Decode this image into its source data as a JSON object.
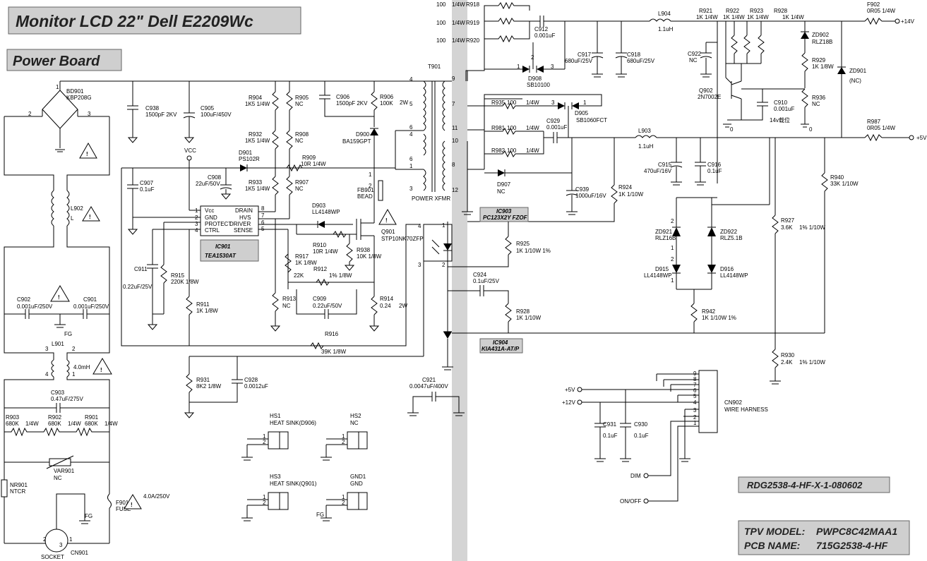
{
  "titles": {
    "main": "Monitor LCD 22\" Dell E2209Wc",
    "sub": "Power Board",
    "board_code": "RDG2538-4-HF-X-1-080602",
    "model_label": "TPV MODEL:",
    "model_value": "PWPC8C42MAA1",
    "pcb_label": "PCB NAME:",
    "pcb_value": "715G2538-4-HF"
  },
  "ics": {
    "ic901_ref": "IC901",
    "ic901_part": "TEA1530AT",
    "ic903_ref": "IC903",
    "ic903_part": "PC123X2Y FZOF",
    "ic904_ref": "IC904",
    "ic904_part": "KIA431A-AT/P"
  },
  "ic901_pins": {
    "vcc": "Vcc",
    "gnd": "GND",
    "protect": "PROTECT",
    "ctrl": "CTRL",
    "drain": "DRAIN",
    "hvs": "HVS",
    "driver": "DRIVER",
    "sense": "SENSE",
    "p1": "1",
    "p2": "2",
    "p3": "3",
    "p4": "4",
    "p5": "5",
    "p6": "6",
    "p7": "7",
    "p8": "8"
  },
  "net_labels": {
    "vcc": "VCC",
    "fg": "FG",
    "plus14v": "+14V",
    "plus5v": "+5V",
    "dim": "DIM",
    "onoff": "ON/OFF",
    "plus5v_b": "+5V",
    "plus12v": "+12V"
  },
  "components": {
    "bd901": "BD901",
    "bd901_v": "KBP208G",
    "l902": "L902",
    "l902_v": "L",
    "c902": "C902",
    "c902_v": "0.001uF/250V",
    "c901": "C901",
    "c901_v": "0.001uF/250V",
    "l901": "L901",
    "l901_v": "4.0mH",
    "c903": "C903",
    "c903_v": "0.47uF/275V",
    "r903": "R903",
    "r903_v": "680K",
    "r903_p": "1/4W",
    "r902": "R902",
    "r902_v": "680K",
    "r902_p": "1/4W",
    "r901": "R901",
    "r901_v": "680K",
    "r901_p": "1/4W",
    "var901": "VAR901",
    "var901_v": "NC",
    "nr901": "NR901",
    "nr901_v": "NTCR",
    "f901": "F901",
    "f901_v": "FUSE",
    "f901_r": "4.0A/250V",
    "cn901": "CN901",
    "socket": "SOCKET",
    "c938": "C938",
    "c938_v": "1500pF 2KV",
    "c905": "C905",
    "c905_v": "100uF/450V",
    "c907": "C907",
    "c907_v": "0.1uF",
    "r904": "R904",
    "r904_v": "1K5 1/4W",
    "r932": "R932",
    "r932_v": "1K5 1/4W",
    "r933": "R933",
    "r933_v": "1K5 1/4W",
    "r905": "R905",
    "r905_v": "NC",
    "r908": "R908",
    "r908_v": "NC",
    "r907": "R907",
    "r907_v": "NC",
    "c906": "C906",
    "c906_v": "1500pF 2KV",
    "r906": "R906",
    "r906_v": "100K",
    "d900": "D900",
    "d900_v": "BA159GPT",
    "d901": "D901",
    "d901_v": "PS102R",
    "r909": "R909",
    "r909_v": "10R 1/4W",
    "c908": "C908",
    "c908_v": "22uF/50V",
    "fb901": "FB901",
    "fb901_v": "BEAD",
    "t901": "T901",
    "t901_v": "POWER XFMR",
    "t901_2w": "2W",
    "d903": "D903",
    "d903_v": "LL4148WP",
    "q901": "Q901",
    "q901_v": "STP10NK70ZFP",
    "r910": "R910",
    "r910_v": "10R 1/4W",
    "r938": "R938",
    "r938_v": "10K 1/8W",
    "r917": "R917",
    "r917_v": "1K 1/8W",
    "r912": "R912",
    "r912_v": "22K",
    "r912_p": "1% 1/8W",
    "c911": "C911",
    "c911_v": "0.22uF/25V",
    "r915": "R915",
    "r915_v": "220K 1/8W",
    "r911": "R911",
    "r911_v": "1K 1/8W",
    "r913": "R913",
    "r913_v": "NC",
    "c909": "C909",
    "c909_v": "0.22uF/50V",
    "r914": "R914",
    "r914_v": "0.24",
    "r914_p": "2W",
    "r916": "R916",
    "r916_v": "39K 1/8W",
    "r931": "R931",
    "r931_v": "8K2 1/8W",
    "c928": "C928",
    "c928_v": "0.0012uF",
    "c921": "C921",
    "c921_v": "0.0047uF/400V",
    "hs1": "HS1",
    "hs1_v": "HEAT SINK(D906)",
    "hs2": "HS2",
    "hs2_v": "NC",
    "hs3": "HS3",
    "hs3_v": "HEAT SINK(Q901)",
    "gnd1": "GND1",
    "gnd1_v": "GND",
    "r918": "R918",
    "r918_v": "100",
    "r918_p": "1/4W",
    "r919": "R919",
    "r919_v": "100",
    "r919_p": "1/4W",
    "r920": "R920",
    "r920_v": "100",
    "r920_p": "1/4W",
    "c912": "C912",
    "c912_v": "0.001uF",
    "d908": "D908",
    "d908_v": "SB10100",
    "c917": "C917",
    "c917_v": "680uF/25V",
    "c918": "C918",
    "c918_v": "680uF/25V",
    "l904": "L904",
    "l904_v": "1.1uH",
    "r921": "R921",
    "r921_v": "1K",
    "r921_p": "1/4W",
    "r922": "R922",
    "r922_v": "1K",
    "r922_p": "1/4W",
    "r923": "R923",
    "r923_v": "1K",
    "r923_p": "1/4W",
    "r928": "R928",
    "r928_v": "1K",
    "r928_p": "1/4W",
    "c922": "C922",
    "c922_v": "NC",
    "q902": "Q902",
    "q902_v": "2N7002E",
    "zd902": "ZD902",
    "zd902_v": "RLZ18B",
    "r929": "R929",
    "r929_v": "1K 1/8W",
    "r936": "R936",
    "r936_v": "NC",
    "c910": "C910",
    "c910_v": "0.001uF",
    "note14v": "14v载位",
    "f902": "F902",
    "f902_v": "0R05 1/4W",
    "zd901": "ZD901",
    "zd901_v": "(NC)",
    "r935": "R935",
    "r935_v": "100",
    "r935_p": "1/4W",
    "r981": "R981",
    "r981_v": "100",
    "r981_p": "1/4W",
    "r982": "R982",
    "r982_v": "100",
    "r982_p": "1/4W",
    "d905": "D905",
    "d905_v": "SB1060FCT",
    "c929": "C929",
    "c929_v": "0.001uF",
    "d907": "D907",
    "d907_v": "NC",
    "l903": "L903",
    "l903_v": "1.1uH",
    "c915": "C915",
    "c915_v": "470uF/16V",
    "c916": "C916",
    "c916_v": "0.1uF",
    "c939": "C939",
    "c939_v": "1000uF/16V",
    "r924": "R924",
    "r924_v": "1K 1/10W",
    "r987": "R987",
    "r987_v": "0R05 1/4W",
    "r940": "R940",
    "r940_v": "33K 1/10W",
    "r925": "R925",
    "r925_v": "1K 1/10W 1%",
    "c924": "C924",
    "c924_v": "0.1uF/25V",
    "r928b": "R928",
    "r928b_v": "1K 1/10W",
    "zd921": "ZD921",
    "zd921_v": "RLZ16B",
    "zd922": "ZD922",
    "zd922_v": "RLZ5.1B",
    "d915": "D915",
    "d915_v": "LL4148WP",
    "d916": "D916",
    "d916_v": "LL4148WP",
    "r942": "R942",
    "r942_v": "1K 1/10W 1%",
    "r927": "R927",
    "r927_v": "3.6K",
    "r927_p": "1% 1/10W",
    "r930": "R930",
    "r930_v": "2.4K",
    "r930_p": "1% 1/10W",
    "c931": "C931",
    "c931_v": "0.1uF",
    "c930": "C930",
    "c930_v": "0.1uF",
    "cn902": "CN902",
    "cn902_v": "WIRE HARNESS"
  },
  "digits": {
    "n100": "100",
    "n1": "1",
    "n2": "2",
    "n3": "3",
    "n4": "4",
    "n5": "5",
    "n6": "6",
    "n7": "7",
    "n8": "8",
    "n9": "9",
    "n10": "10",
    "n11": "11",
    "n12": "12",
    "n0": "0"
  }
}
